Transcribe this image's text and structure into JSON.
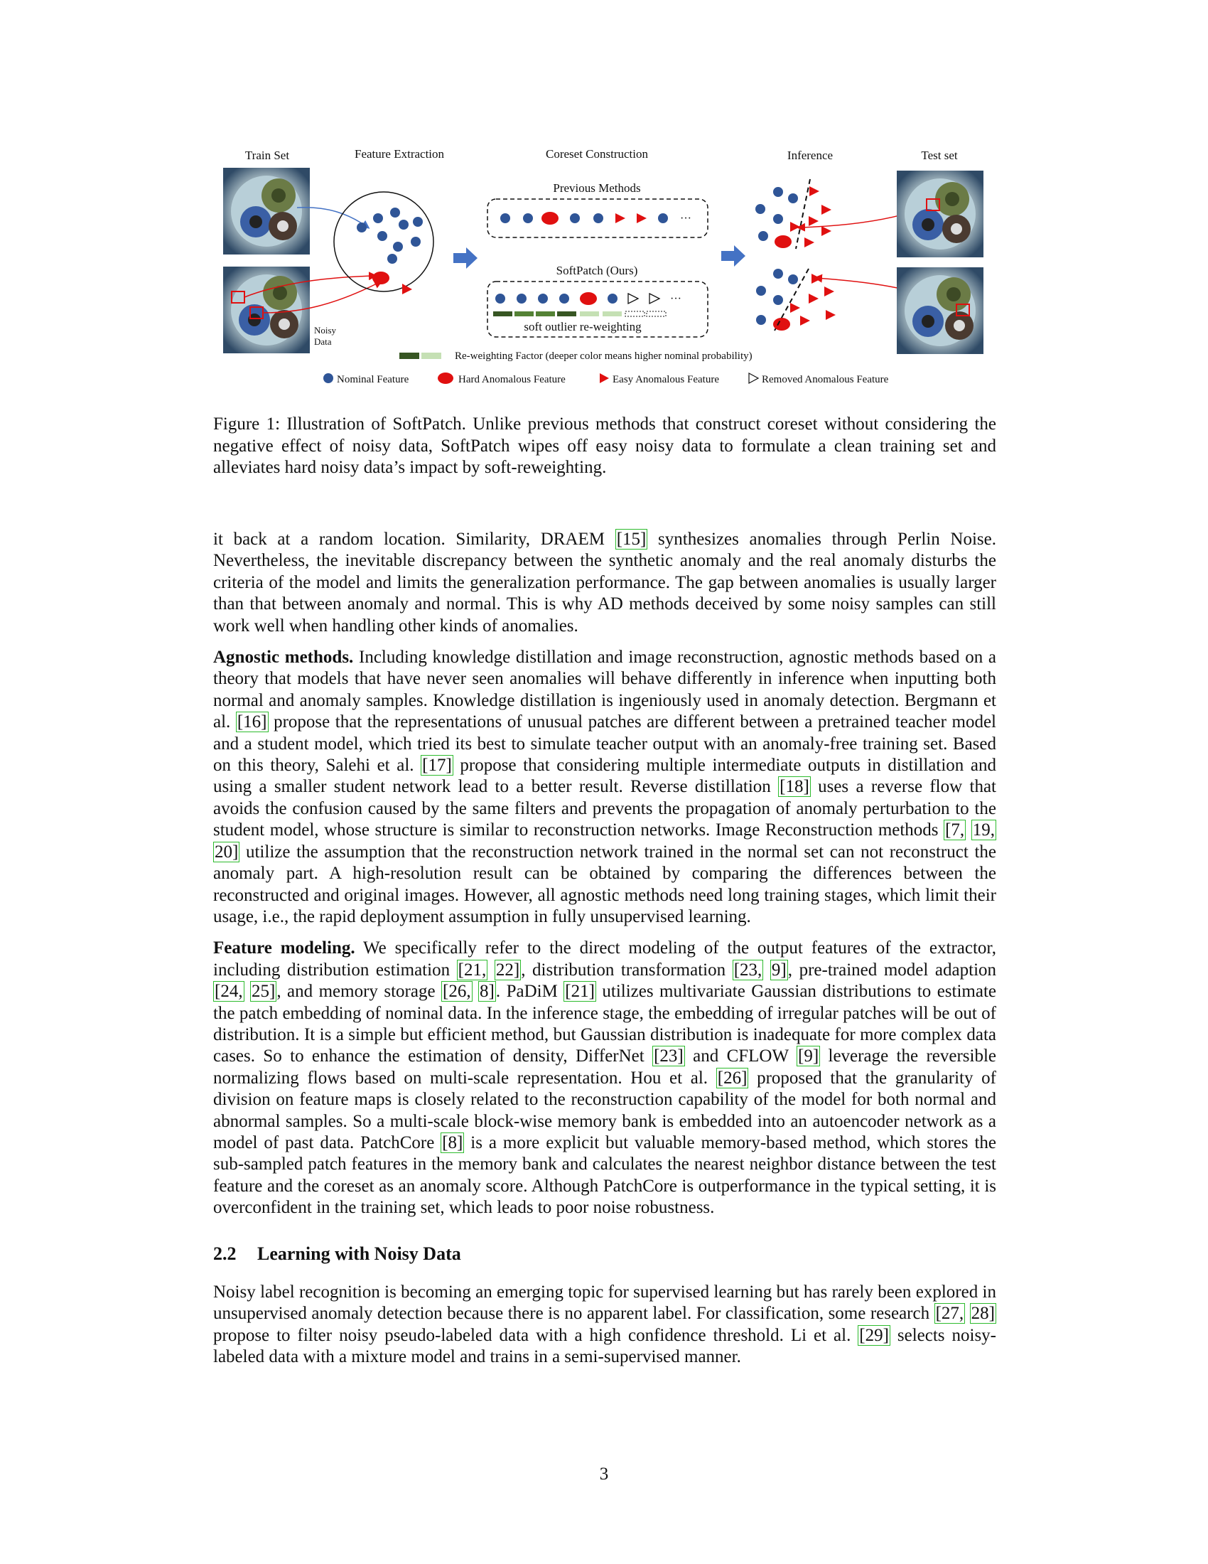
{
  "figure": {
    "column_titles": {
      "train_set": "Train Set",
      "feature_extraction": "Feature Extraction",
      "coreset_construction": "Coreset Construction",
      "inference": "Inference",
      "test_set": "Test set"
    },
    "previous_methods_label": "Previous Methods",
    "softpatch_label": "SoftPatch (Ours)",
    "ellipsis": "···",
    "soft_outlier_label": "soft outlier re-weighting",
    "noisy_data_label": [
      "Noisy",
      "Data"
    ],
    "reweighting_legend": "Re-weighting Factor (deeper color means higher nominal probability)",
    "legend": {
      "nominal": "Nominal Feature",
      "hard_anomalous": "Hard Anomalous Feature",
      "easy_anomalous": "Easy Anomalous Feature",
      "removed_anomalous": "Removed Anomalous Feature"
    },
    "colors": {
      "nominal": "#2f5597",
      "anomalous": "#e01010",
      "arrow": "#4472c4",
      "weight_dark": "#375623",
      "weight_mid": "#548235",
      "weight_light": "#c5e0b4"
    },
    "icons": [
      "photo-thumbnail",
      "arrow-right-icon",
      "triangle-icon",
      "ellipse-icon",
      "circle-icon"
    ]
  },
  "caption": "Figure 1: Illustration of SoftPatch. Unlike previous methods that construct coreset without considering the negative effect of noisy data, SoftPatch wipes off easy noisy data to formulate a clean training set and alleviates hard noisy data’s impact by soft-reweighting.",
  "para1": {
    "t1": "it back at a random location. Similarity, DRAEM ",
    "c1": "[15]",
    "t2": " synthesizes anomalies through Perlin Noise. Nevertheless, the inevitable discrepancy between the synthetic anomaly and the real anomaly disturbs the criteria of the model and limits the generalization performance. The gap between anomalies is usually larger than that between anomaly and normal. This is why AD methods deceived by some noisy samples can still work well when handling other kinds of anomalies."
  },
  "para2": {
    "runin": "Agnostic methods.",
    "t1": " Including knowledge distillation and image reconstruction, agnostic methods based on a theory that models that have never seen anomalies will behave differently in inference when inputting both normal and anomaly samples. Knowledge distillation is ingeniously used in anomaly detection.  Bergmann et al. ",
    "c1": "[16]",
    "t2": " propose that the representations of unusual patches are different between a pretrained teacher model and a student model, which tried its best to simulate teacher output with an anomaly-free training set. Based on this theory,  Salehi et al. ",
    "c2": "[17]",
    "t3": " propose that considering multiple intermediate outputs in distillation and using a smaller student network lead to a better result. Reverse distillation ",
    "c3": "[18]",
    "t4": " uses a reverse flow that avoids the confusion caused by the same filters and prevents the propagation of anomaly perturbation to the student model, whose structure is similar to reconstruction networks. Image Reconstruction methods ",
    "c4a": "[7,",
    "c4b": "19,",
    "c4c": "20]",
    "t5": " utilize the assumption that the reconstruction network trained in the normal set can not reconstruct the anomaly part. A high-resolution result can be obtained by comparing the differences between the reconstructed and original images. However, all agnostic methods need long training stages, which limit their usage, i.e., the rapid deployment assumption in fully unsupervised learning."
  },
  "para3": {
    "runin": "Feature modeling.",
    "t1": " We specifically refer to the direct modeling of the output features of the extractor, including distribution estimation ",
    "c1a": "[21,",
    "c1b": "22]",
    "t2": ", distribution transformation ",
    "c2a": "[23,",
    "c2b": "9]",
    "t3": ", pre-trained model adaption ",
    "c3a": "[24,",
    "c3b": "25]",
    "t4": ", and memory storage ",
    "c4a": "[26,",
    "c4b": "8]",
    "t5": ". PaDiM ",
    "c5": "[21]",
    "t6": " utilizes multivariate Gaussian distributions to estimate the patch embedding of nominal data. In the inference stage, the embedding of irregular patches will be out of distribution. It is a simple but efficient method, but Gaussian distribution is inadequate for more complex data cases. So to enhance the estimation of density, DifferNet ",
    "c6": "[23]",
    "t7": " and CFLOW ",
    "c7": "[9]",
    "t8": " leverage the reversible normalizing flows based on multi-scale representation.  Hou et al. ",
    "c8": "[26]",
    "t9": " proposed that the granularity of division on feature maps is closely related to the reconstruction capability of the model for both normal and abnormal samples. So a multi-scale block-wise memory bank is embedded into an autoencoder network as a model of past data. PatchCore ",
    "c9": "[8]",
    "t10": " is a more explicit but valuable memory-based method, which stores the sub-sampled patch features in the memory bank and calculates the nearest neighbor distance between the test feature and the coreset as an anomaly score. Although PatchCore is outperformance in the typical setting, it is overconfident in the training set, which leads to poor noise robustness."
  },
  "section": {
    "number": "2.2",
    "title": "Learning with Noisy Data"
  },
  "para4": {
    "t1": "Noisy label recognition is becoming an emerging topic for supervised learning but has rarely been explored in unsupervised anomaly detection because there is no apparent label. For classification, some research ",
    "c1a": "[27,",
    "c1b": "28]",
    "t2": " propose to filter noisy pseudo-labeled data with a high confidence threshold. Li et al. ",
    "c2": "[29]",
    "t3": " selects noisy-labeled data with a mixture model and trains in a semi-supervised manner."
  },
  "page_number": "3"
}
